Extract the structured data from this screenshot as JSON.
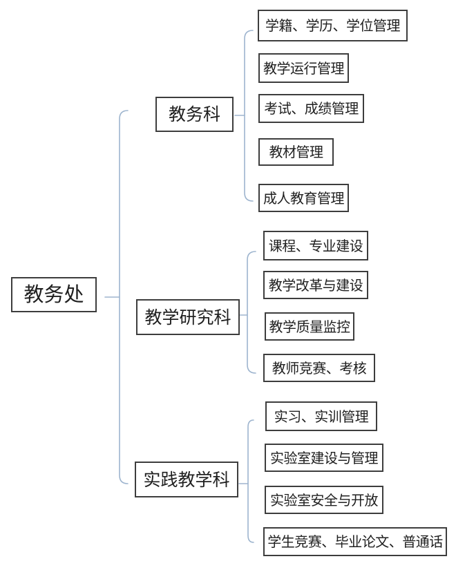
{
  "colors": {
    "background": "#ffffff",
    "box_border": "#3d3d3d",
    "brace_line": "#9db4ce",
    "text": "#1f1f1f"
  },
  "tree": {
    "type": "org-tree",
    "root": {
      "label": "教务处"
    },
    "sections": [
      {
        "label": "教务科",
        "items": [
          "学籍、学历、学位管理",
          "教学运行管理",
          "考试、成绩管理",
          "教材管理",
          "成人教育管理"
        ]
      },
      {
        "label": "教学研究科",
        "items": [
          "课程、专业建设",
          "教学改革与建设",
          "教学质量监控",
          "教师竞赛、考核"
        ]
      },
      {
        "label": "实践教学科",
        "items": [
          "实习、实训管理",
          "实验室建设与管理",
          "实验室安全与开放",
          "学生竞赛、毕业论文、普通话"
        ]
      }
    ]
  }
}
